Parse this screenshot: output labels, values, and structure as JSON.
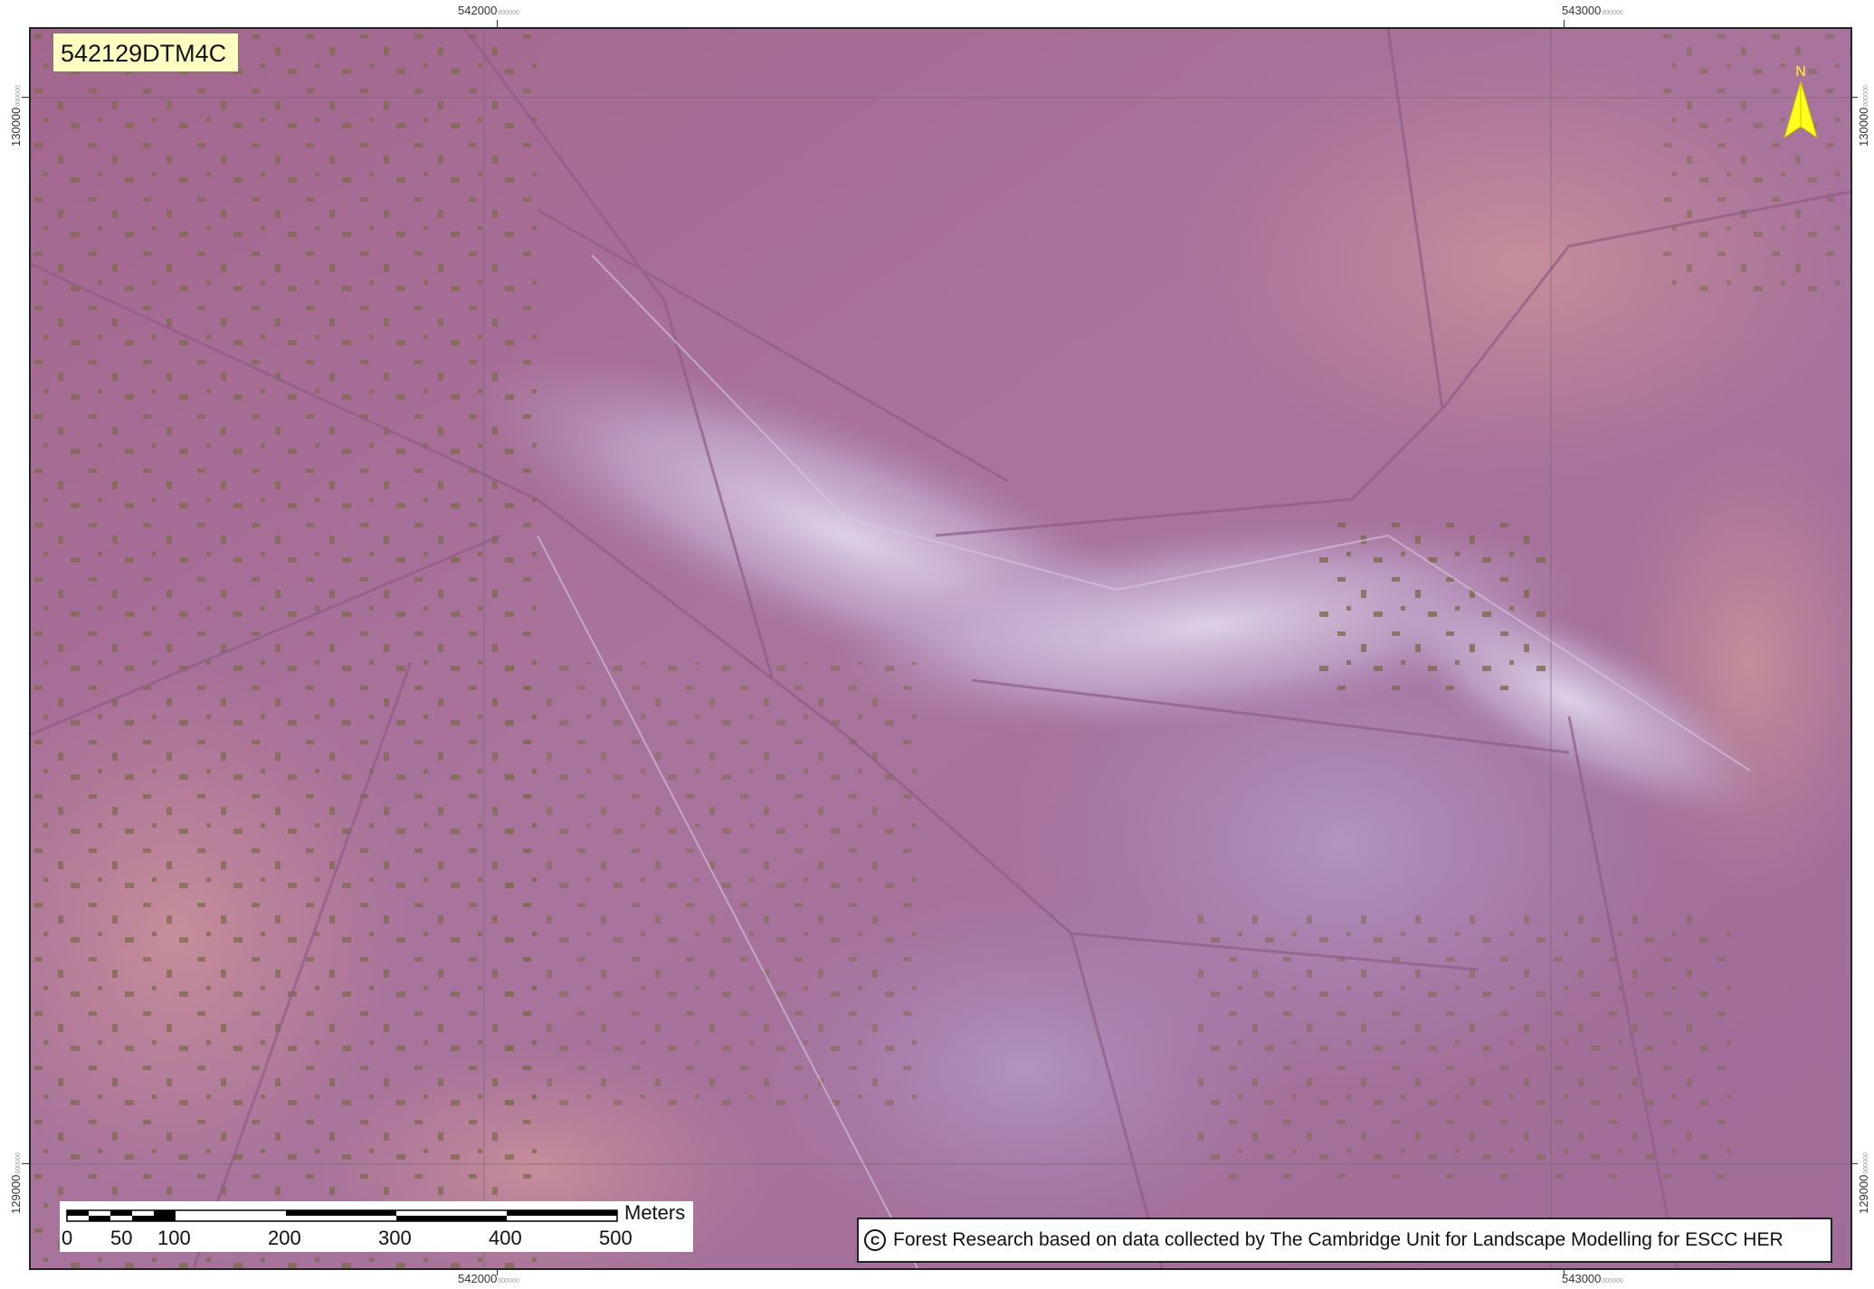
{
  "map": {
    "sheet_id": "542129DTM4C",
    "north_label": "N",
    "colors": {
      "relief_base": "#a86f95",
      "relief_light": "#cbb5d6",
      "relief_warm": "#c98b93",
      "vegetation": "#7f6a4e",
      "label_bg": "#ffffc0"
    }
  },
  "grid": {
    "eastings": [
      {
        "major": "542000",
        "minor": "000000"
      },
      {
        "major": "543000",
        "minor": "000000"
      }
    ],
    "northings": [
      {
        "major": "130000",
        "minor": "000000"
      },
      {
        "major": "129000",
        "minor": "000000"
      }
    ]
  },
  "scalebar": {
    "unit": "Meters",
    "labels": [
      "0",
      "50",
      "100",
      "200",
      "300",
      "400",
      "500"
    ]
  },
  "credit": {
    "symbol": "C",
    "text": "Forest Research based on data collected by The Cambridge Unit for Landscape Modelling for ESCC HER"
  }
}
